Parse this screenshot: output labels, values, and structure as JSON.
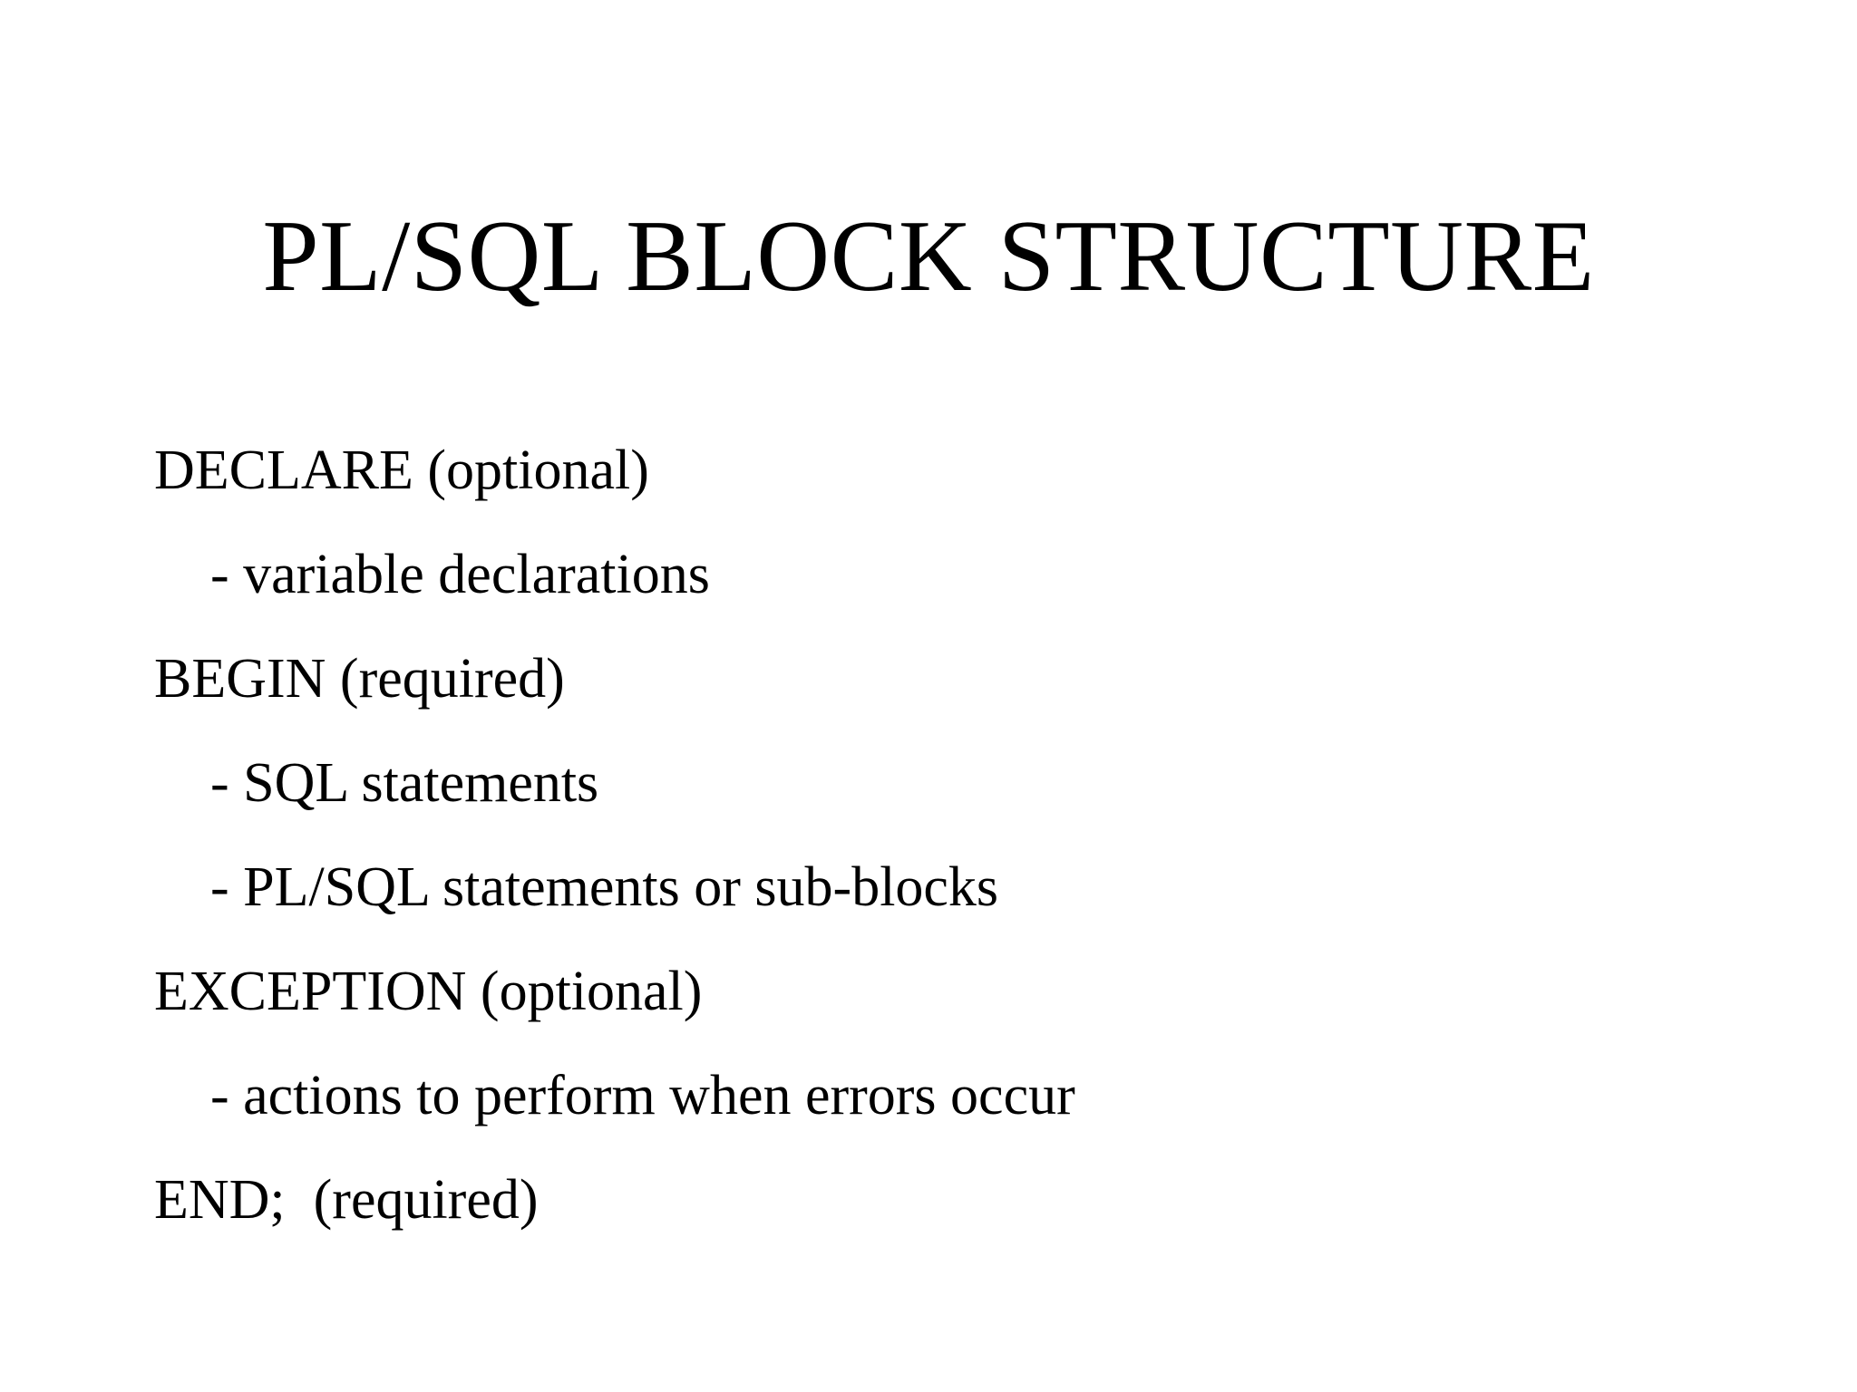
{
  "slide": {
    "title": "PL/SQL BLOCK STRUCTURE",
    "background_color": "#ffffff",
    "text_color": "#000000",
    "body_lines": [
      {
        "text": "DECLARE (optional)",
        "level": 1
      },
      {
        "text": "- variable declarations",
        "level": 2
      },
      {
        "text": "BEGIN (required)",
        "level": 1
      },
      {
        "text": "- SQL statements",
        "level": 2
      },
      {
        "text": "- PL/SQL statements or sub-blocks",
        "level": 2
      },
      {
        "text": "EXCEPTION (optional)",
        "level": 1
      },
      {
        "text": "- actions to perform when errors occur",
        "level": 2
      },
      {
        "text": "END;  (required)",
        "level": 1
      }
    ]
  }
}
